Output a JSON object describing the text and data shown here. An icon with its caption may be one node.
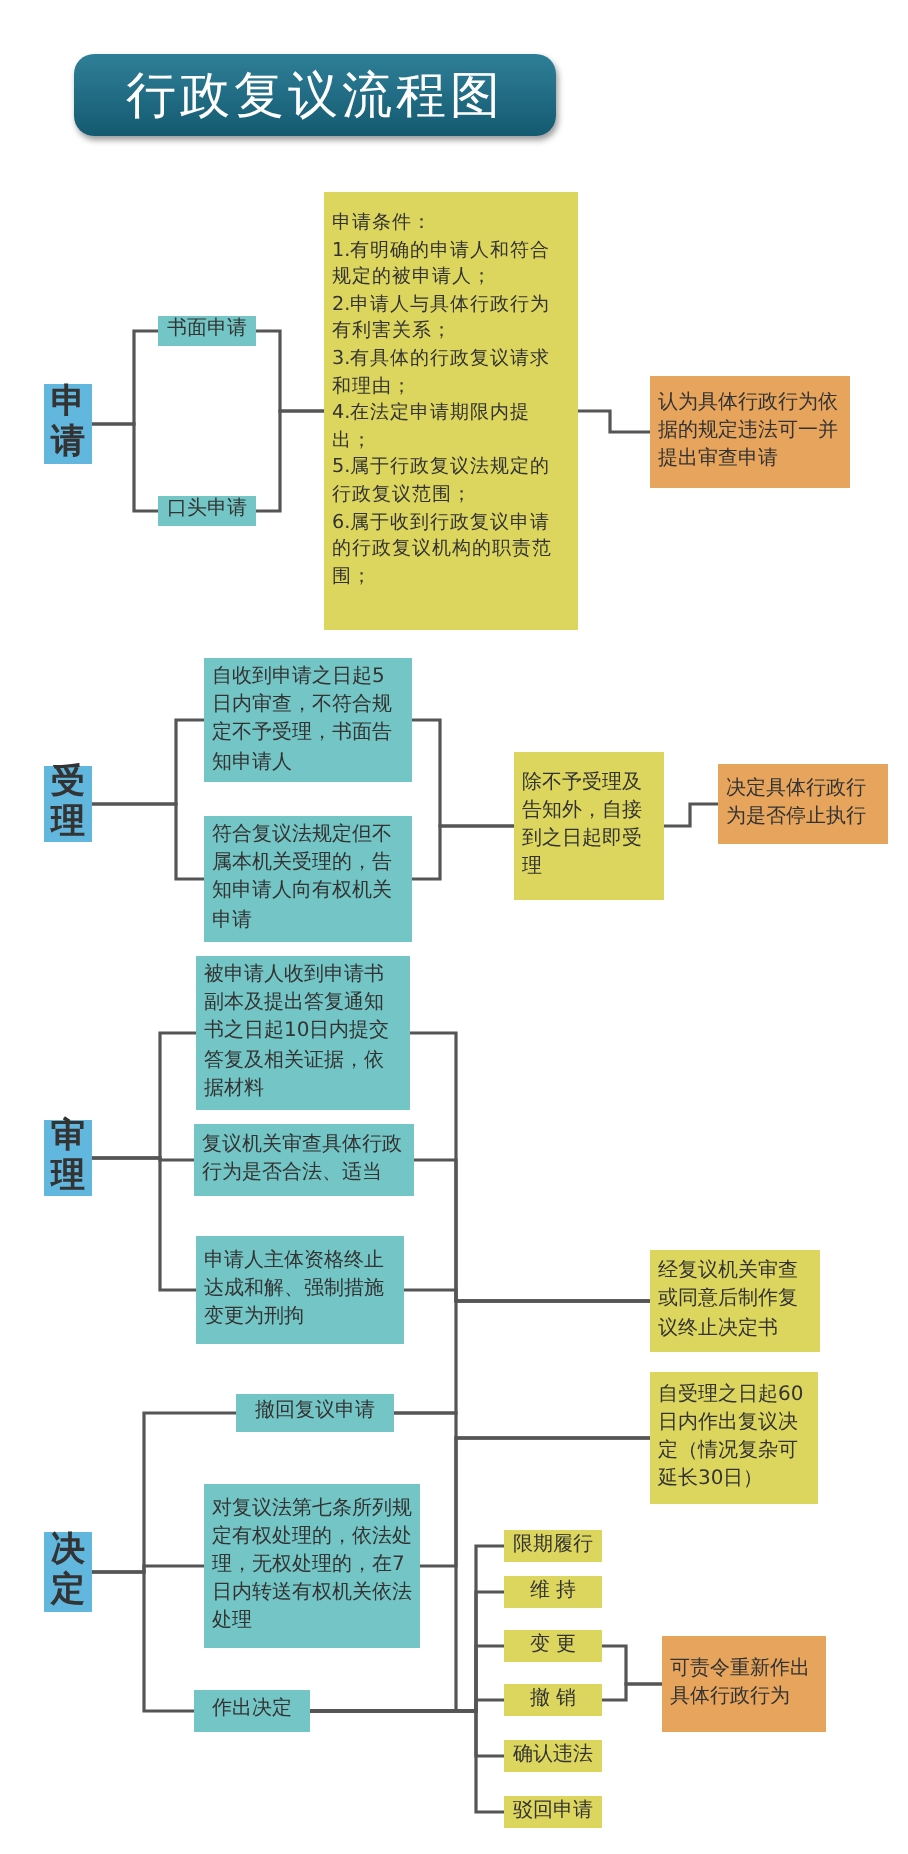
{
  "diagram": {
    "title": "行政复议流程图",
    "nodes": [
      {
        "text": [
          "申请"
        ]
      },
      {
        "text": [
          "书面申请"
        ]
      },
      {
        "text": [
          "口头申请"
        ]
      },
      {
        "text": [
          "申请条件：",
          "1.有明确的申请人和符合规定的被申请人；",
          "2.申请人与具体行政行为有利害关系；",
          "3.有具体的行政复议请求和理由；",
          "4.在法定申请期限内提出；",
          "5.属于行政复议法规定的行政复议范围；",
          "6.属于收到行政复议申请的行政复议机构的职责范围；"
        ]
      },
      {
        "text": [
          "认为具体行政行为依据的规定违法可一并提出审查申请"
        ]
      },
      {
        "text": [
          "受理"
        ]
      },
      {
        "text": [
          "自收到申请之日起5日内审查，不符合规定不予受理，书面告知申请人"
        ]
      },
      {
        "text": [
          "符合复议法规定但不属本机关受理的，告知申请人向有权机关申请"
        ]
      },
      {
        "text": [
          "除不予受理及告知外，自接到之日起即受理"
        ]
      },
      {
        "text": [
          "决定具体行政行为是否停止执行"
        ]
      },
      {
        "text": [
          "审理"
        ]
      },
      {
        "text": [
          "被申请人收到申请书副本及提出答复通知书之日起10日内提交答复及相关证据，依据材料"
        ]
      },
      {
        "text": [
          "复议机关审查具体行政行为是否合法、适当"
        ]
      },
      {
        "text": [
          "申请人主体资格终止达成和解、强制措施变更为刑拘"
        ]
      },
      {
        "text": [
          "经复议机关审查或同意后制作复议终止决定书"
        ]
      },
      {
        "text": [
          "决定"
        ]
      },
      {
        "text": [
          "撤回复议申请"
        ]
      },
      {
        "text": [
          "自受理之日起60日内作出复议决定（情况复杂可延长30日）"
        ]
      },
      {
        "text": [
          "对复议法第七条所列规定有权处理的，依法处理，无权处理的，在7日内转送有权机关依法处理"
        ]
      },
      {
        "text": [
          "作出决定"
        ]
      },
      {
        "text": [
          "限期履行"
        ]
      },
      {
        "text": [
          "维 持"
        ]
      },
      {
        "text": [
          "变 更"
        ]
      },
      {
        "text": [
          "撤 销"
        ]
      },
      {
        "text": [
          "确认违法"
        ]
      },
      {
        "text": [
          "驳回申请"
        ]
      },
      {
        "text": [
          "可责令重新作出具体行政行为"
        ]
      }
    ],
    "edges": [
      {
        "from": 0,
        "to": 1,
        "arrow": "none"
      },
      {
        "from": 0,
        "to": 2,
        "arrow": "none"
      },
      {
        "from": 1,
        "to": 3,
        "arrow": "none"
      },
      {
        "from": 2,
        "to": 3,
        "arrow": "none"
      },
      {
        "from": 3,
        "to": 4,
        "arrow": "none"
      },
      {
        "from": 5,
        "to": 6,
        "arrow": "none"
      },
      {
        "from": 5,
        "to": 7,
        "arrow": "none"
      },
      {
        "from": 6,
        "to": 8,
        "arrow": "none"
      },
      {
        "from": 7,
        "to": 8,
        "arrow": "none"
      },
      {
        "from": 8,
        "to": 9,
        "arrow": "none"
      },
      {
        "from": 10,
        "to": 11,
        "arrow": "none"
      },
      {
        "from": 10,
        "to": 12,
        "arrow": "none"
      },
      {
        "from": 10,
        "to": 13,
        "arrow": "none"
      },
      {
        "from": 11,
        "to": 14,
        "arrow": "none"
      },
      {
        "from": 12,
        "to": 14,
        "arrow": "none"
      },
      {
        "from": 13,
        "to": 14,
        "arrow": "none"
      },
      {
        "from": 16,
        "to": 14,
        "arrow": "none"
      },
      {
        "from": 15,
        "to": 16,
        "arrow": "none"
      },
      {
        "from": 15,
        "to": 18,
        "arrow": "none"
      },
      {
        "from": 15,
        "to": 19,
        "arrow": "none"
      },
      {
        "from": 16,
        "to": 17,
        "arrow": "none"
      },
      {
        "from": 18,
        "to": 17,
        "arrow": "none"
      },
      {
        "from": 19,
        "to": 17,
        "arrow": "none"
      },
      {
        "from": 19,
        "to": 20,
        "arrow": "none"
      },
      {
        "from": 19,
        "to": 21,
        "arrow": "none"
      },
      {
        "from": 19,
        "to": 22,
        "arrow": "none"
      },
      {
        "from": 19,
        "to": 23,
        "arrow": "none"
      },
      {
        "from": 19,
        "to": 24,
        "arrow": "none"
      },
      {
        "from": 19,
        "to": 25,
        "arrow": "none"
      },
      {
        "from": 22,
        "to": 26,
        "arrow": "none"
      },
      {
        "from": 23,
        "to": 26,
        "arrow": "none"
      }
    ]
  }
}
